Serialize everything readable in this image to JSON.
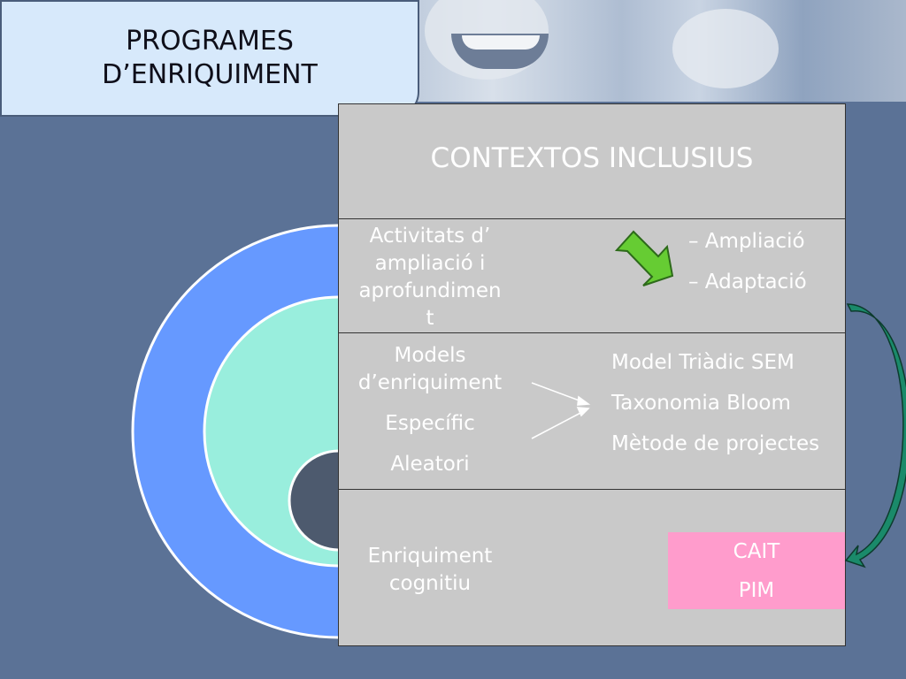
{
  "title": {
    "line1": "PROGRAMES",
    "line2": "D’ENRIQUIMENT"
  },
  "panel": {
    "header": "CONTEXTOS INCLUSIUS",
    "rows": [
      {
        "left": [
          "Activitats d’",
          "ampliació i",
          "aprofundimen",
          "t"
        ],
        "right": [
          "– Ampliació",
          "– Adaptació"
        ]
      },
      {
        "left": [
          "Models",
          "d’enriquiment",
          "Específic",
          "Aleatori"
        ],
        "right": [
          "Model Triàdic SEM",
          "Taxonomia Bloom",
          "Mètode de projectes"
        ]
      },
      {
        "left": [
          "Enriquiment",
          "cognitiu"
        ],
        "right": [
          "CAIT",
          "PIM"
        ]
      }
    ]
  },
  "colors": {
    "background": "#5b7296",
    "title_box": "#d7e9fb",
    "panel": "#c9c9c9",
    "outer_ring": "#6699ff",
    "inner_ring": "#99eedd",
    "core": "#4d5a6e",
    "green_arrow": "#66cc33",
    "teal_arrow": "#1a8a6a",
    "pink_box": "#ff9ccc"
  },
  "icons": {
    "decor_image": "smiling-children-photo",
    "ampliacio_arrow": "green-down-right-arrow-icon",
    "models_arrows": "converging-arrows-icon",
    "curved_arrow": "curved-arrow-icon"
  }
}
